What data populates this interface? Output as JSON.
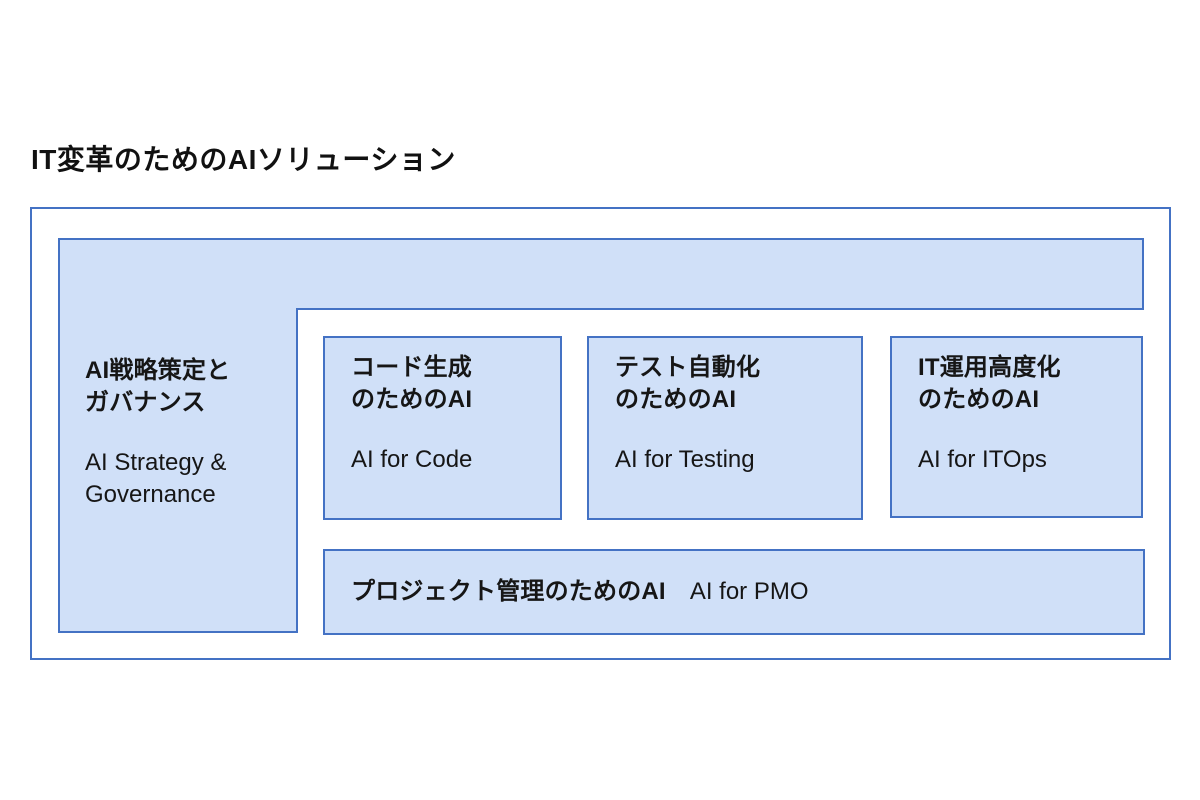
{
  "title": "IT変革のためのAIソリューション",
  "palette": {
    "box_fill": "#d0e0f8",
    "box_border": "#4472c4",
    "text": "#161616",
    "background": "#ffffff"
  },
  "strategy_panel": {
    "heading": "AI戦略策定と\nガバナンス",
    "subtitle": "AI Strategy &\nGovernance"
  },
  "cards": [
    {
      "heading": "コード生成\nのためのAI",
      "subtitle": "AI for Code"
    },
    {
      "heading": "テスト自動化\nのためのAI",
      "subtitle": "AI for Testing"
    },
    {
      "heading": "IT運用高度化\nのためのAI",
      "subtitle": "AI for ITOps"
    }
  ],
  "pmo_card": {
    "heading": "プロジェクト管理のためのAI",
    "subtitle": "AI for PMO"
  }
}
